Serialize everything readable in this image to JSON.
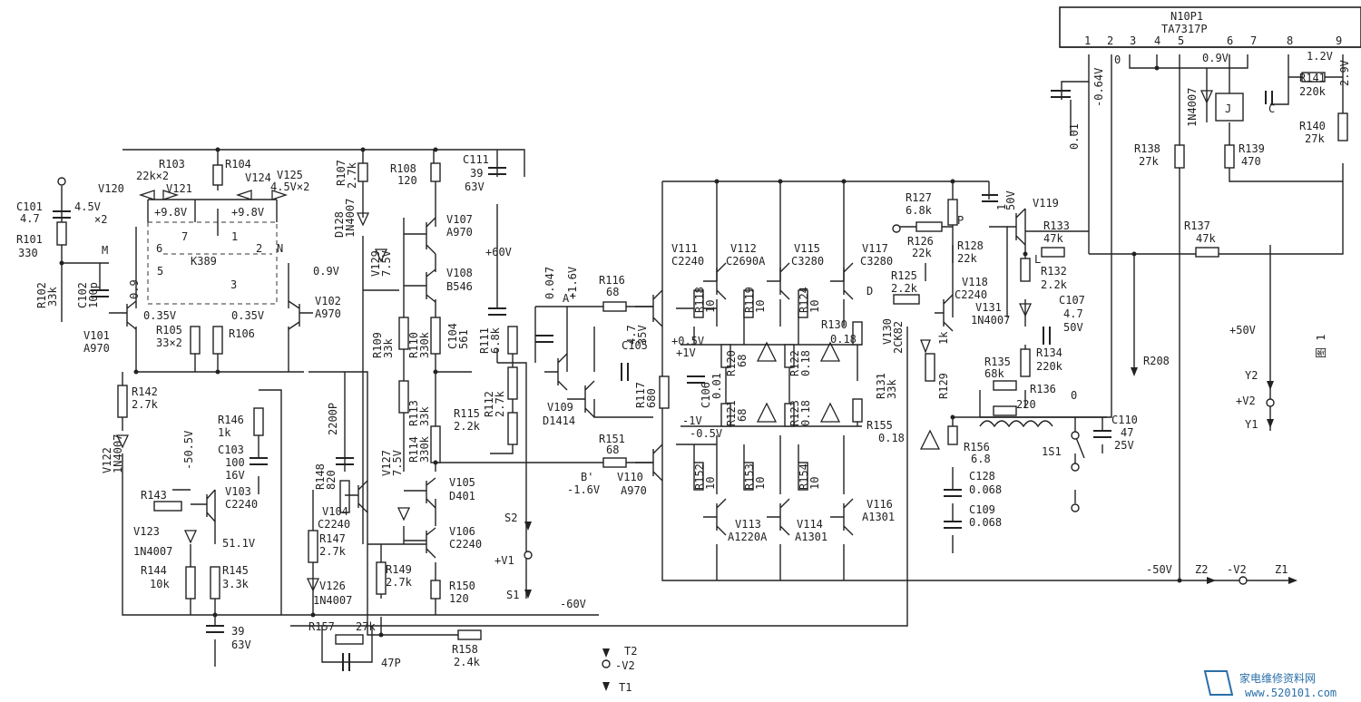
{
  "ic": {
    "name": "N10P1",
    "part": "TA7317P",
    "pins": [
      "1",
      "2",
      "3",
      "4",
      "5",
      "6",
      "7",
      "8",
      "9"
    ]
  },
  "labels": {
    "R103": "R103",
    "R103v": "22k×2",
    "R104": "R104",
    "R107": "R107",
    "R107v": "2.7k",
    "R108": "R108",
    "R108v": "120",
    "C111": "C111",
    "C111v": "39",
    "C111r": "63V",
    "C101": "C101",
    "C101v": "4.7",
    "R101": "R101",
    "R101v": "330",
    "R102": "R102",
    "R102v": "33k",
    "C102": "C102",
    "C102v": "100p",
    "V120": "V120",
    "V121": "V121",
    "V124": "V124",
    "V125": "V125",
    "zener45a": "4.5V",
    "zener45b": "×2",
    "zener45c": "4.5V×2",
    "v98a": "+9.8V",
    "v98b": "+9.8V",
    "k389": "K389",
    "m": "M",
    "n": "N",
    "p6": "6",
    "p7": "7",
    "p5": "5",
    "p1": "1",
    "p2": "2",
    "p3": "3",
    "v09a": "0.9",
    "v09b": "0.9V",
    "v035a": "0.35V",
    "v035b": "0.35V",
    "V101": "V101",
    "V101t": "A970",
    "V102": "V102",
    "V102t": "A970",
    "R105": "R105",
    "R105v": "33×2",
    "R106": "R106",
    "D128": "D128",
    "D128t": "1N4007",
    "V129": "V129",
    "V129v": "7.5V",
    "V107": "V107",
    "V107t": "A970",
    "V108": "V108",
    "V108t": "B546",
    "plus60": "+60V",
    "R109": "R109",
    "R109v": "33k",
    "R110": "R110",
    "R110v": "330k",
    "C104": "C104",
    "C104v": "561",
    "R111": "R111",
    "R111v": "6.8k",
    "R112": "R112",
    "R112v": "2.7k",
    "R113": "R113",
    "R113v": "33k",
    "R114": "R114",
    "R114v": "330k",
    "R115": "R115",
    "R115v": "2.2k",
    "R142": "R142",
    "R142v": "2.7k",
    "V122": "V122",
    "V122t": "1N4007",
    "R146": "R146",
    "R146v": "1k",
    "C103": "C103",
    "C103v": "100",
    "C103r": "16V",
    "R148": "R148",
    "R148v": "820",
    "c2200": "2200P",
    "v127": "V127",
    "v127v": "7.5V",
    "R143": "R143",
    "v505": "-50.5V",
    "V103": "V103",
    "V103t": "C2240",
    "V104": "V104",
    "V104t": "C2240",
    "V105": "V105",
    "V105t": "D401",
    "V106": "V106",
    "V106t": "C2240",
    "V123": "V123",
    "V123t": "1N4007",
    "v511": "51.1V",
    "R144": "R144",
    "R144v": "10k",
    "R145": "R145",
    "R145v": "3.3k",
    "R147": "R147",
    "R147v": "2.7k",
    "R149": "R149",
    "R149v": "2.7k",
    "R150": "R150",
    "R150v": "120",
    "V126": "V126",
    "V126t": "1N4007",
    "c39": "39",
    "c39r": "63V",
    "minus60": "-60V",
    "R157": "R157",
    "R157v": "27k",
    "c47p": "47P",
    "R158": "R158",
    "R158v": "2.4k",
    "S2": "S2",
    "S1": "S1",
    "plusV1": "+V1",
    "T2": "T2",
    "minusV2": "-V2",
    "T1": "T1",
    "c047": "0.047",
    "A": "A'",
    "v16p": "+1.6V",
    "R116": "R116",
    "R116v": "68",
    "C105": "C105",
    "C105v": "4.7",
    "C105r": "35V",
    "V109": "V109",
    "V109t": "D1414",
    "R151": "R151",
    "R151v": "68",
    "B": "B'",
    "v16n": "-1.6V",
    "V110": "V110",
    "V110t": "A970",
    "V111": "V111",
    "V111t": "C2240",
    "V112": "V112",
    "V112t": "C2690A",
    "V115": "V115",
    "V115t": "C3280",
    "V117": "V117",
    "V117t": "C3280",
    "R118": "R118",
    "R118v": "10",
    "R119": "R119",
    "R119v": "10",
    "R124": "R124",
    "R124v": "10",
    "R120": "R120",
    "R120v": "68",
    "R122": "R122",
    "R122v": "0.18",
    "R121": "R121",
    "R121v": "68",
    "R123": "R123",
    "R123v": "0.18",
    "R117": "R117",
    "R117v": "680",
    "C106": "C106",
    "C106v": "0.01",
    "v05p": "+0.5V",
    "v1p": "+1V",
    "v1n": "-1V",
    "v05n": "-0.5V",
    "R130": "R130",
    "R130v": "0.18",
    "R155": "R155",
    "R155v": "0.18",
    "R152": "R152",
    "R152v": "10",
    "R153": "R153",
    "R153v": "10",
    "R154": "R154",
    "R154v": "10",
    "V113": "V113",
    "V113t": "A1220A",
    "V114": "V114",
    "V114t": "A1301",
    "V116": "V116",
    "V116t": "A1301",
    "R127": "R127",
    "R127v": "6.8k",
    "R126": "R126",
    "R126v": "22k",
    "P": "P",
    "R128": "R128",
    "R128v": "22k",
    "R125": "R125",
    "R125v": "2.2k",
    "D": "D",
    "V130": "V130",
    "V130t": "2CK82",
    "R131": "R131",
    "R131v": "33k",
    "R129": "R129",
    "R129v": "1k",
    "c1": "1",
    "c50": "50V",
    "V119": "V119",
    "R133": "R133",
    "R133v": "47k",
    "L": "L",
    "R132": "R132",
    "R132v": "2.2k",
    "V118": "V118",
    "V118t": "C2240",
    "V131": "V131",
    "V131t": "1N4007",
    "C107": "C107",
    "C107v": "4.7",
    "C107r": "50V",
    "R134": "R134",
    "R134v": "220k",
    "R135": "R135",
    "R135v": "68k",
    "R136": "R136",
    "R136v": "220",
    "zero": "0",
    "R156": "R156",
    "R156v": "6.8",
    "C128": "C128",
    "C128v": "0.068",
    "C109": "C109",
    "C109v": "0.068",
    "C110": "C110",
    "C110v": "47",
    "C110r": "25V",
    "s1s": "1S1",
    "R208": "R208",
    "R137": "R137",
    "R137v": "47k",
    "R138": "R138",
    "R138v": "27k",
    "R139": "R139",
    "R139v": "470",
    "R140": "R140",
    "R140v": "27k",
    "R141": "R141",
    "R141v": "220k",
    "v12": "1.2V",
    "v29": "2.9V",
    "v09c": "0.9V",
    "v0": "0",
    "v064": "-0.64V",
    "c001": "0.01",
    "n4007": "1N4007",
    "J": "J",
    "C": "C",
    "plus50": "+50V",
    "Y2": "Y2",
    "plusV2": "+V2",
    "Y1": "Y1",
    "minus50": "-50V",
    "Z2": "Z2",
    "minusV2b": "-V2",
    "Z1": "Z1",
    "fig": "图 1",
    "wm": "家电维修资料网",
    "wmurl": "www.520101.com"
  }
}
